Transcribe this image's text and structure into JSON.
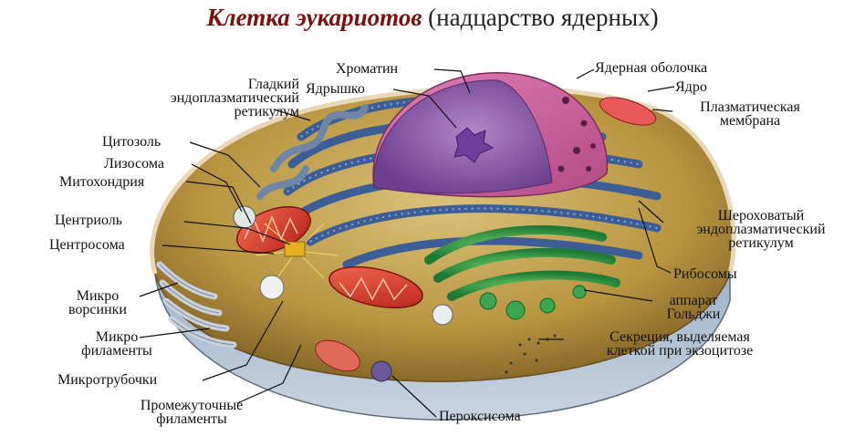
{
  "title": {
    "main": "Клетка эукариотов",
    "paren": "(надцарство ядерных)"
  },
  "labels": {
    "chromatin": "Хроматин",
    "nuclear_envelope": "Ядерная оболочка",
    "nucleolus": "Ядрышко",
    "nucleus": "Ядро",
    "smooth_er": [
      "Гладкий",
      "эндоплазматический",
      "ретикулум"
    ],
    "plasma_membrane": [
      "Плазматическая",
      "мембрана"
    ],
    "cytosol": "Цитозоль",
    "lysosome": "Лизосома",
    "mitochondrion": "Митохондрия",
    "centriole": "Центриоль",
    "centrosome": "Центросома",
    "rough_er": [
      "Шероховатый",
      "эндоплазматический",
      "ретикулум"
    ],
    "ribosomes": "Рибосомы",
    "microvilli": [
      "Микро",
      "ворсинки"
    ],
    "golgi": [
      "аппарат",
      "Гольджи"
    ],
    "microfilaments": [
      "Микро",
      "филаменты"
    ],
    "secretion": [
      "Секреция, выделяемая",
      "клеткой при экзоцитозе"
    ],
    "microtubules": "Микротрубочки",
    "intermediate_filaments": [
      "Промежуточные",
      "филаменты"
    ],
    "peroxisome": "Пероксисома"
  }
}
